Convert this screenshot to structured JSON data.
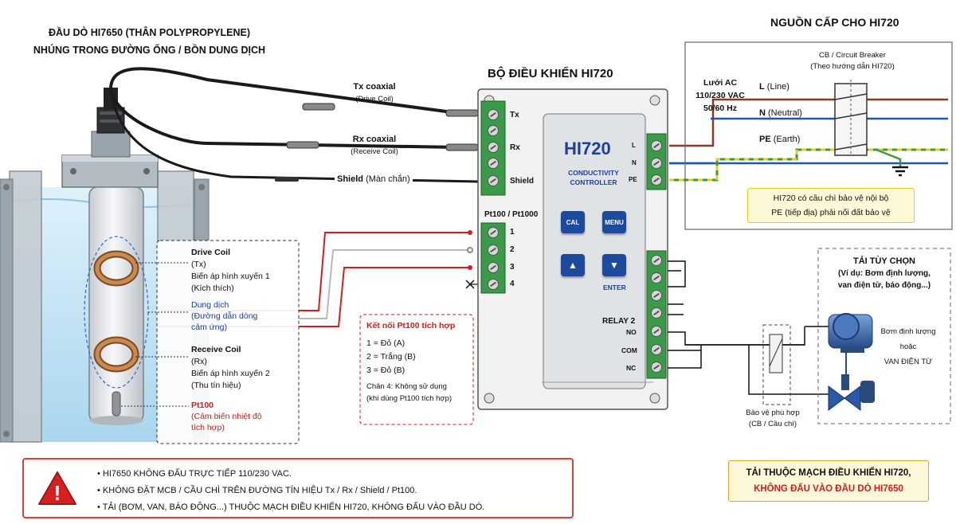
{
  "colors": {
    "line_brown": "#8b3a1f",
    "neutral_blue": "#1f56b5",
    "earth": "#3c9a3c",
    "earth_stripe": "#e1cc2a",
    "alarm_red": "#d01f1f",
    "sensor_white": "#b8b8b8",
    "terminal_green": "#3a9a4a",
    "button_blue": "#1d4a9c"
  },
  "probe": {
    "title_line1": "ĐẦU DÒ HI7650 (THÂN POLYPROPYLENE)",
    "title_line2": "NHÚNG TRONG ĐƯỜNG ỐNG / BỒN DUNG DỊCH",
    "callouts": {
      "drive_coil": "Drive Coil",
      "drive_coil_tx": "(Tx)",
      "drive_coil_desc": "Biến áp hình xuyến 1",
      "drive_coil_note": "(Kích thích)",
      "solution": "Dung dịch",
      "solution_desc1": "(Đường dẫn dòng",
      "solution_desc2": "cảm ứng)",
      "receive_coil": "Receive Coil",
      "receive_coil_rx": "(Rx)",
      "receive_coil_desc": "Biến áp hình xuyến 2",
      "receive_coil_note": "(Thu tín hiệu)",
      "pt100": "Pt100",
      "pt100_desc1": "(Cảm biến nhiệt độ",
      "pt100_desc2": "tích hợp)"
    }
  },
  "cables": {
    "tx_label": "Tx coaxial",
    "tx_sub": "(Drive Coil)",
    "rx_label": "Rx coaxial",
    "rx_sub": "(Receive Coil)",
    "shield_label": "Shield",
    "shield_sub": "(Màn chắn)"
  },
  "controller": {
    "title": "BỘ ĐIỀU KHIỂN HI720",
    "model": "HI720",
    "subtitle_line1": "CONDUCTIVITY",
    "subtitle_line2": "CONTROLLER",
    "buttons": {
      "cal": "CAL",
      "menu": "MENU",
      "up": "▲",
      "down": "▼",
      "enter": "ENTER"
    },
    "sensor_terminals": [
      "Tx",
      "Rx",
      "Shield"
    ],
    "pt_header": "Pt100 / Pt1000",
    "pt_terminals": [
      "1",
      "2",
      "3",
      "4"
    ],
    "power_terminals": [
      "L",
      "N",
      "PE"
    ],
    "relay_label": "RELAY 2",
    "relay_terminals": [
      "NO",
      "COM",
      "NC"
    ]
  },
  "pt100_box": {
    "title": "Kết nối Pt100 tích hợp",
    "lines": [
      "1 = Đỏ (A)",
      "2 = Trắng (B)",
      "3 = Đỏ (B)"
    ],
    "note1": "Chân 4: Không sử dụng",
    "note2": "(khi dùng Pt100 tích hợp)"
  },
  "power": {
    "title": "NGUỒN CẤP CHO HI720",
    "cb_label1": "CB / Circuit Breaker",
    "cb_label2": "(Theo hướng dẫn HI720)",
    "mains1": "Lưới AC",
    "mains2": "110/230 VAC",
    "mains3": "50/60 Hz",
    "line_L": "L",
    "line_L_sub": "(Line)",
    "line_N": "N",
    "line_N_sub": "(Neutral)",
    "line_PE": "PE",
    "line_PE_sub": "(Earth)",
    "note1": "HI720 có cầu chì bảo vệ nội bộ",
    "note2": "PE (tiếp địa) phải nối đất bảo vệ"
  },
  "load": {
    "title": "TẢI TÙY CHỌN",
    "desc1": "(Ví dụ: Bơm định lượng,",
    "desc2": "van điện từ, báo động...)",
    "pump": "Bơm định lượng",
    "or": "hoặc",
    "valve": "VAN ĐIỆN TỪ",
    "protect1": "Bảo vệ phù hợp",
    "protect2": "(CB / Cầu chì)"
  },
  "warnings": {
    "items": [
      "HI7650 KHÔNG ĐẤU TRỰC TIẾP 110/230 VAC.",
      "KHÔNG ĐẶT MCB / CẦU CHÌ TRÊN ĐƯỜNG TÍN HIỆU Tx / Rx / Shield / Pt100.",
      "TẢI (BƠM, VAN, BÁO ĐỘNG...) THUỘC MẠCH ĐIỀU KHIỂN HI720, KHÔNG ĐẤU VÀO ĐẦU DÒ."
    ],
    "warn_icon_glyph": "!"
  },
  "load_note": {
    "line1": "TẢI THUỘC MẠCH ĐIỀU KHIỂN HI720,",
    "line2": "KHÔNG ĐẤU VÀO ĐẦU DÒ HI7650"
  }
}
